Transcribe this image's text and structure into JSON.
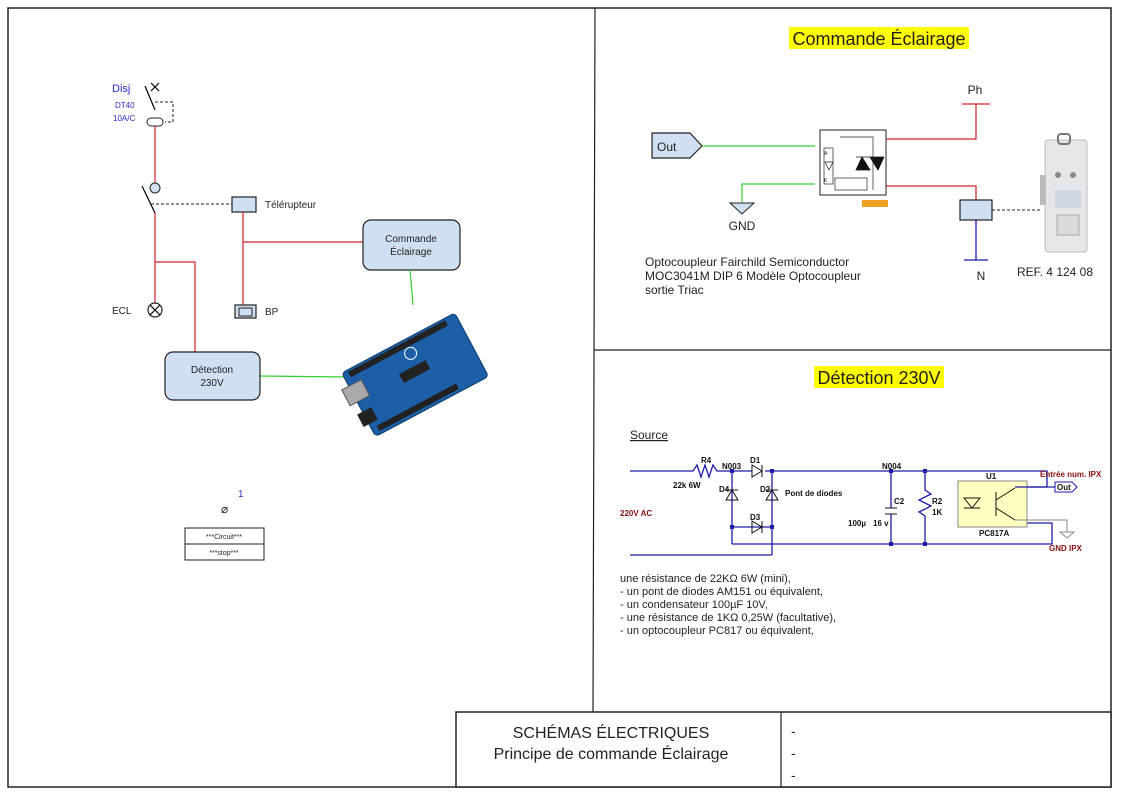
{
  "left_diagram": {
    "breaker": {
      "label": "Disj",
      "model": "DT40",
      "rating": "10A/C"
    },
    "telerupteur_label": "Télérupteur",
    "lamp_label": "ECL",
    "push_button_label": "BP",
    "commande_box": [
      "Commande",
      "Éclairage"
    ],
    "detection_box": [
      "Détection",
      "230V"
    ],
    "marker_number": "1",
    "marker_symbol": "⌀",
    "circuit_rows": [
      "***Circuit***",
      "***stop***"
    ]
  },
  "commande_section": {
    "title": "Commande Éclairage",
    "out_label": "Out",
    "gnd_label": "GND",
    "phase_label": "Ph",
    "neutral_label": "N",
    "reference": "REF. 4 124 08",
    "opto_caption_lines": [
      "Optocoupleur Fairchild Semiconductor",
      "MOC3041M DIP 6 Modèle Optocoupleur",
      "sortie Triac"
    ],
    "opto_pins": [
      "A",
      "K"
    ]
  },
  "detection_section": {
    "title": "Détection 230V",
    "source_link": "Source",
    "schematic_labels": {
      "r4": "R4",
      "r4_value": "22k  6W",
      "n003": "N003",
      "d1": "D1",
      "d2": "D2",
      "d3": "D3",
      "d4": "D4",
      "bridge": "Pont de diodes",
      "n004": "N004",
      "c2": "C2",
      "c2_value": "100µ",
      "c2_voltage": "16 v",
      "r2": "R2",
      "r2_value": "1K",
      "u1": "U1",
      "u1_model": "PC817A",
      "input": "220V AC",
      "out": "Out",
      "out_title": "Entrée num. IPX",
      "gnd": "GND IPX"
    },
    "parts_list": [
      "une résistance de 22KΩ 6W (mini),",
      "- un pont de diodes AM151 ou équivalent,",
      "- un condensateur 100µF 10V,",
      "- une résistance de 1KΩ 0,25W (facultative),",
      "- un optocoupleur PC817 ou équivalent,"
    ]
  },
  "title_block": {
    "title": "SCHÉMAS ÉLECTRIQUES",
    "subtitle": "Principe de commande Éclairage",
    "fields": [
      "-",
      "-",
      "-"
    ]
  },
  "colors": {
    "highlight": "#ffff00",
    "box_fill": "#cfe0f2",
    "phase_wire": "#d0202a",
    "signal_wire": "#30d030",
    "neutral_wire": "#1c1ca8"
  }
}
